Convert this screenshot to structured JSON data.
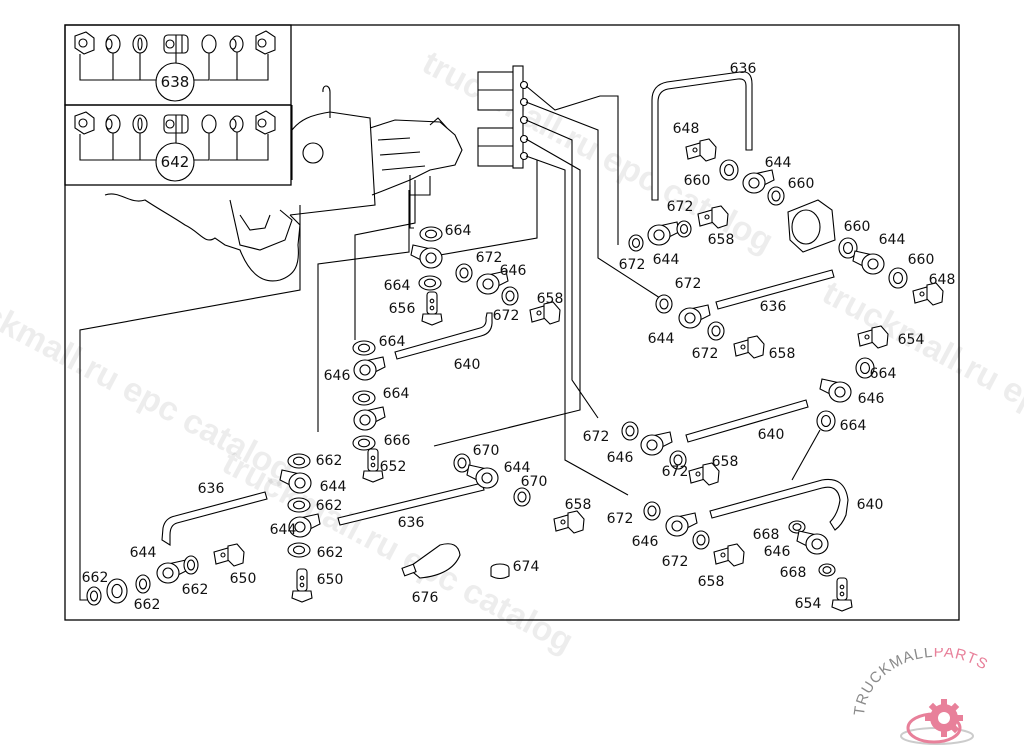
{
  "diagram": {
    "title": "Pipe and banjo fitting assembly (exploded parts view)",
    "kit_boxes": [
      {
        "label": "638",
        "component_count": 7
      },
      {
        "label": "642",
        "component_count": 7
      }
    ],
    "callouts": [
      {
        "id": "c1",
        "text": "636"
      },
      {
        "id": "c2",
        "text": "648"
      },
      {
        "id": "c3",
        "text": "644"
      },
      {
        "id": "c4",
        "text": "660"
      },
      {
        "id": "c5",
        "text": "660"
      },
      {
        "id": "c6",
        "text": "672"
      },
      {
        "id": "c7",
        "text": "658"
      },
      {
        "id": "c8",
        "text": "672"
      },
      {
        "id": "c9",
        "text": "644"
      },
      {
        "id": "c10",
        "text": "660"
      },
      {
        "id": "c11",
        "text": "644"
      },
      {
        "id": "c12",
        "text": "660"
      },
      {
        "id": "c13",
        "text": "648"
      },
      {
        "id": "c14",
        "text": "672"
      },
      {
        "id": "c15",
        "text": "636"
      },
      {
        "id": "c16",
        "text": "644"
      },
      {
        "id": "c17",
        "text": "672"
      },
      {
        "id": "c18",
        "text": "658"
      },
      {
        "id": "c19",
        "text": "654"
      },
      {
        "id": "c20",
        "text": "664"
      },
      {
        "id": "c21",
        "text": "646"
      },
      {
        "id": "c22",
        "text": "664"
      },
      {
        "id": "c23",
        "text": "640"
      },
      {
        "id": "c24",
        "text": "672"
      },
      {
        "id": "c25",
        "text": "646"
      },
      {
        "id": "c26",
        "text": "672"
      },
      {
        "id": "c27",
        "text": "658"
      },
      {
        "id": "c28",
        "text": "640"
      },
      {
        "id": "c29",
        "text": "672"
      },
      {
        "id": "c30",
        "text": "646"
      },
      {
        "id": "c31",
        "text": "672"
      },
      {
        "id": "c32",
        "text": "658"
      },
      {
        "id": "c33",
        "text": "668"
      },
      {
        "id": "c34",
        "text": "646"
      },
      {
        "id": "c35",
        "text": "668"
      },
      {
        "id": "c36",
        "text": "654"
      },
      {
        "id": "c37",
        "text": "664"
      },
      {
        "id": "c38",
        "text": "672"
      },
      {
        "id": "c39",
        "text": "646"
      },
      {
        "id": "c40",
        "text": "664"
      },
      {
        "id": "c41",
        "text": "656"
      },
      {
        "id": "c42",
        "text": "658"
      },
      {
        "id": "c43",
        "text": "672"
      },
      {
        "id": "c44",
        "text": "664"
      },
      {
        "id": "c45",
        "text": "646"
      },
      {
        "id": "c46",
        "text": "640"
      },
      {
        "id": "c47",
        "text": "664"
      },
      {
        "id": "c48",
        "text": "666"
      },
      {
        "id": "c49",
        "text": "662"
      },
      {
        "id": "c50",
        "text": "652"
      },
      {
        "id": "c51",
        "text": "670"
      },
      {
        "id": "c52",
        "text": "644"
      },
      {
        "id": "c53",
        "text": "670"
      },
      {
        "id": "c54",
        "text": "658"
      },
      {
        "id": "c55",
        "text": "636"
      },
      {
        "id": "c56",
        "text": "674"
      },
      {
        "id": "c57",
        "text": "676"
      },
      {
        "id": "c58",
        "text": "644"
      },
      {
        "id": "c59",
        "text": "662"
      },
      {
        "id": "c60",
        "text": "644"
      },
      {
        "id": "c61",
        "text": "662"
      },
      {
        "id": "c62",
        "text": "650"
      },
      {
        "id": "c63",
        "text": "636"
      },
      {
        "id": "c64",
        "text": "644"
      },
      {
        "id": "c65",
        "text": "662"
      },
      {
        "id": "c66",
        "text": "662"
      },
      {
        "id": "c67",
        "text": "662"
      },
      {
        "id": "c68",
        "text": "650"
      }
    ]
  },
  "watermarks": [
    {
      "text": "truckmall.ru epc catalog"
    },
    {
      "text": "truckmall.ru epc catalog"
    },
    {
      "text": "truckmall.ru epc catalog"
    },
    {
      "text": "truckmall.ru epc catalog"
    }
  ],
  "logo": {
    "text_primary": "TRUCKMALL",
    "text_accent": "PARTS",
    "accent_color": "#e8809a",
    "primary_color": "#8a8a8a",
    "icon": "gear-icon"
  }
}
